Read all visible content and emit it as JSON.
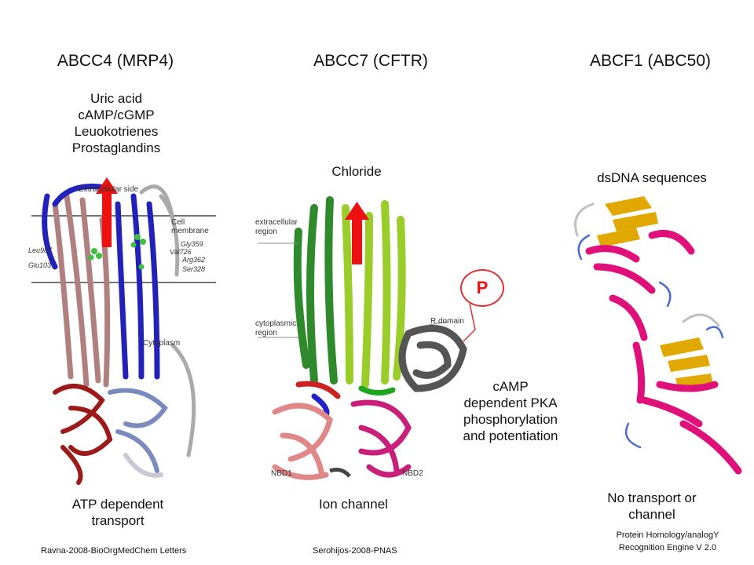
{
  "panels": [
    {
      "title": "ABCC4 (MRP4)",
      "substrates": [
        "Uric acid",
        "cAMP/cGMP",
        "Leuokotrienes",
        "Prostaglandins"
      ],
      "labels": {
        "extracellular": "Extracellular side",
        "membrane": "Cell membrane",
        "cytoplasm": "Cytoplasm",
        "residues_left": [
          "Leu987",
          "Glu103"
        ],
        "residues_right": [
          "Gly359",
          "Val726",
          "Arg362",
          "Ser328"
        ]
      },
      "caption": [
        "ATP dependent",
        "transport"
      ],
      "citation": "Ravna-2008-BioOrgMedChem Letters"
    },
    {
      "title": "ABCC7 (CFTR)",
      "substrate": "Chloride",
      "labels": {
        "extracellular": [
          "extracellular",
          "region"
        ],
        "cytoplasmic": [
          "cytoplasmic",
          "region"
        ],
        "r_domain": "R domain",
        "nbd1": "NBD1",
        "nbd2": "NBD2",
        "phospho": "P"
      },
      "note": [
        "cAMP",
        "dependent PKA",
        "phosphorylation",
        "and potentiation"
      ],
      "caption": "Ion channel",
      "citation": "Serohijos-2008-PNAS"
    },
    {
      "title": "ABCF1 (ABC50)",
      "substrate": "dsDNA sequences",
      "caption": [
        "No transport or",
        "channel"
      ],
      "credit": [
        "Protein Homology/analogY",
        "Recognition Engine V 2.0"
      ]
    }
  ],
  "colors": {
    "arrow": "#ee1111",
    "helix_blue": "#2222bb",
    "helix_pink": "#b08080",
    "helix_red": "#9c1a1a",
    "helix_green": "#3a9a2a",
    "helix_lime": "#9acc2a",
    "r_domain": "#555555",
    "nbd1": "#e08888",
    "nbd2": "#c8207a",
    "sheet_gold": "#e0a800",
    "helix_magenta": "#e0107a"
  }
}
